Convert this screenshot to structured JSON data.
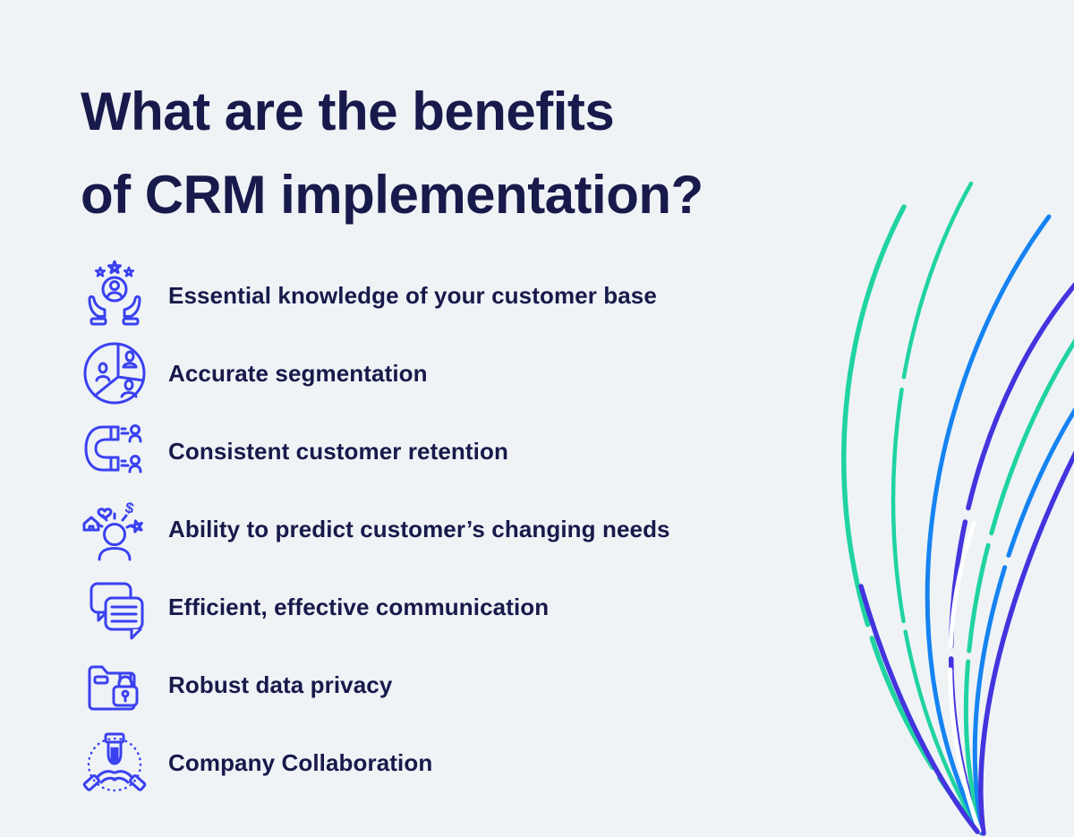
{
  "page": {
    "background_color": "#EFF3F6",
    "title_line1": "What are the benefits",
    "title_line2": "of CRM implementation?",
    "title_color": "#171A4A",
    "icon_color": "#3A41F0"
  },
  "benefits": [
    {
      "icon": "customer-care-icon",
      "label": "Essential knowledge of your customer base"
    },
    {
      "icon": "segmentation-icon",
      "label": "Accurate segmentation"
    },
    {
      "icon": "magnet-icon",
      "label": "Consistent customer retention"
    },
    {
      "icon": "predict-needs-icon",
      "label": "Ability to predict customer’s changing needs"
    },
    {
      "icon": "communication-icon",
      "label": "Efficient, effective communication"
    },
    {
      "icon": "data-privacy-icon",
      "label": "Robust data privacy"
    },
    {
      "icon": "collaboration-icon",
      "label": "Company Collaboration"
    }
  ],
  "icons": {
    "dollar_glyph": "$"
  },
  "decoration": {
    "colors": {
      "green": "#20D3A1",
      "blue": "#1583F2",
      "indigo": "#4334DE",
      "white": "#FFFFFF"
    }
  }
}
